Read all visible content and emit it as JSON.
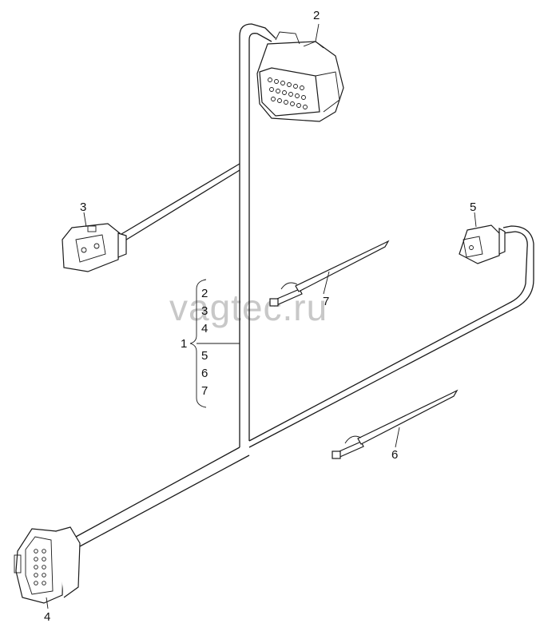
{
  "watermark": "vagtec.ru",
  "callouts": {
    "main_harness": "1",
    "connector_top": "2",
    "connector_left": "3",
    "connector_bottom": "4",
    "connector_right": "5",
    "cable_tie_lower": "6",
    "cable_tie_upper": "7"
  },
  "bracket_group": {
    "label": "1",
    "items": [
      "2",
      "3",
      "4",
      "5",
      "6",
      "7"
    ]
  }
}
